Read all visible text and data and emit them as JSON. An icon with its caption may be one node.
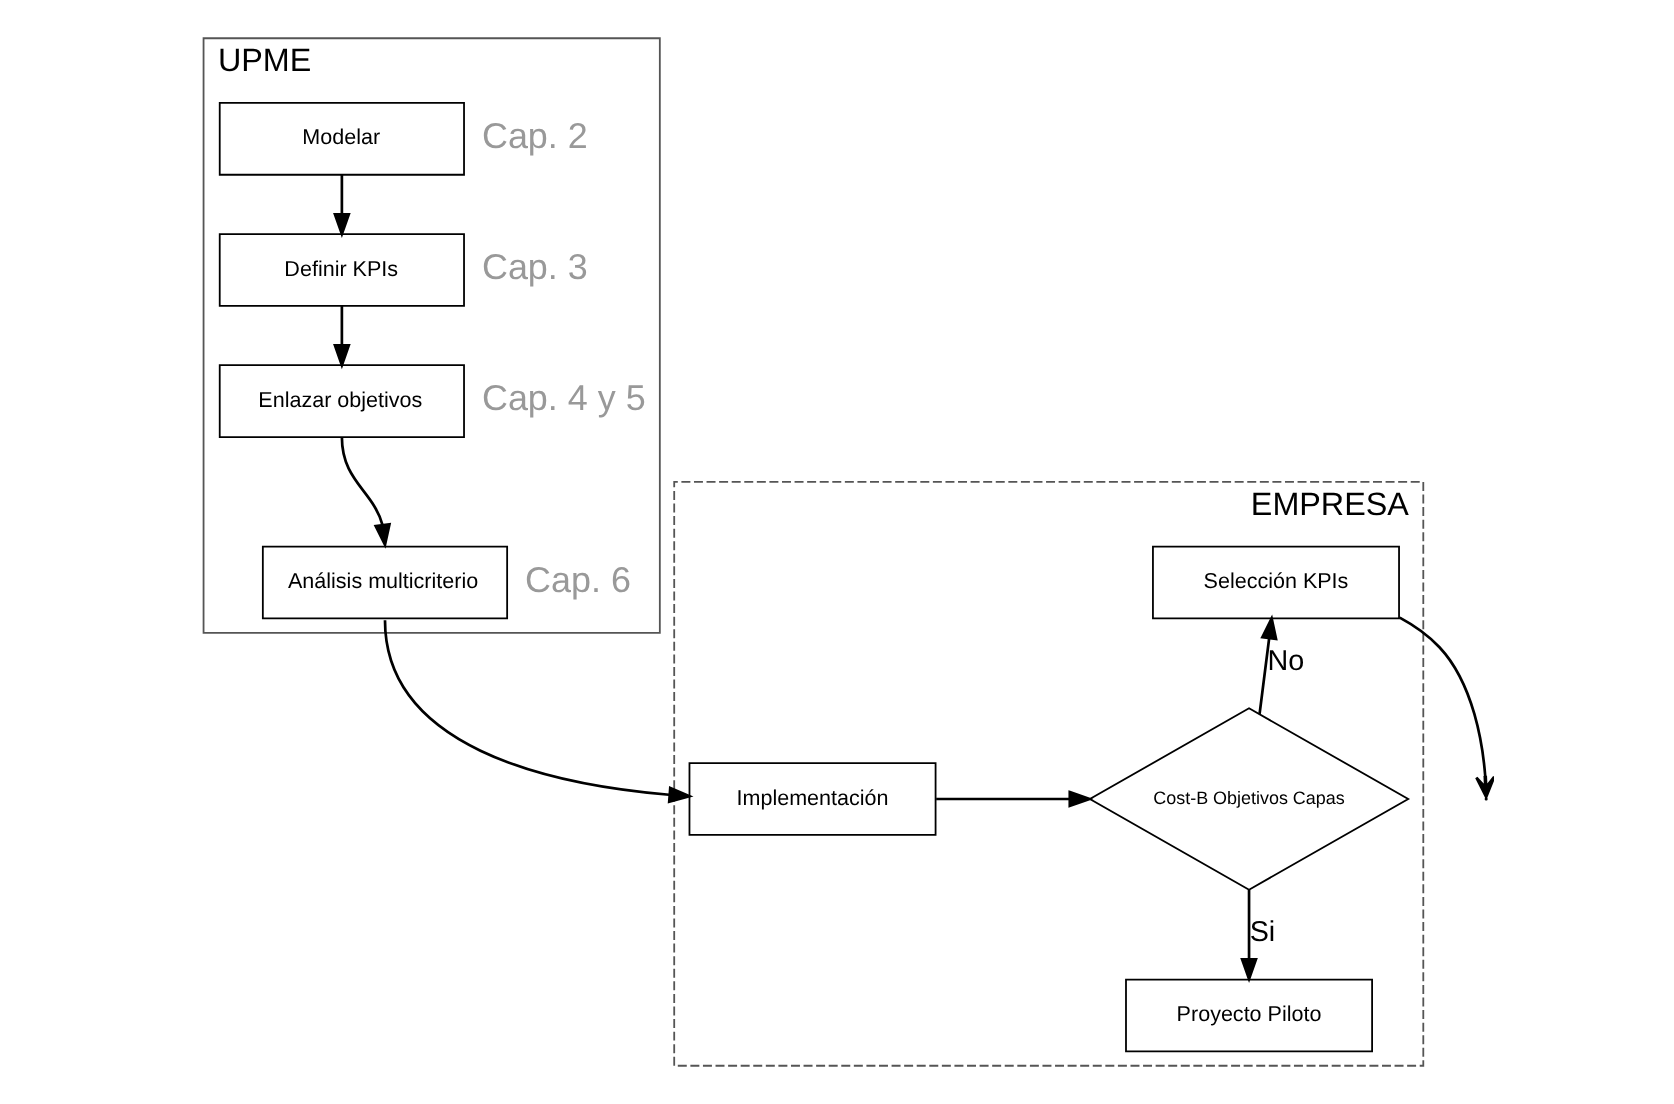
{
  "diagram": {
    "nodes": [
      {
        "text": [
          "UPME"
        ]
      },
      {
        "text": [
          "Modelar"
        ],
        "in": 0,
        "beside": [
          "Cap. 2"
        ]
      },
      {
        "text": [
          "Definir KPIs"
        ],
        "in": 0,
        "beside": [
          "Cap. 3"
        ]
      },
      {
        "text": [
          "Enlazar objetivos"
        ],
        "in": 0,
        "beside": [
          "Cap. 4 y 5"
        ]
      },
      {
        "text": [
          "Análisis multicriterio"
        ],
        "in": 0,
        "beside": [
          "Cap. 6"
        ]
      },
      {
        "text": [
          "EMPRESA"
        ]
      },
      {
        "text": [
          "Selección KPIs"
        ],
        "in": 5
      },
      {
        "text": [
          "Implementación"
        ],
        "in": 5
      },
      {
        "text": [
          "Cost-B Objetivos Capas"
        ],
        "in": 5
      },
      {
        "text": [
          "Proyecto Piloto"
        ],
        "in": 5
      }
    ],
    "edges": [
      {
        "from": 1,
        "to": 2,
        "arrow": "to"
      },
      {
        "from": 2,
        "to": 3,
        "arrow": "to"
      },
      {
        "from": 3,
        "to": 4,
        "arrow": "to"
      },
      {
        "from": 4,
        "to": 7,
        "arrow": "to"
      },
      {
        "from": 7,
        "to": 8,
        "arrow": "to"
      },
      {
        "from": 8,
        "to": 6,
        "arrow": "to",
        "label": "No"
      },
      {
        "from": 8,
        "to": 9,
        "arrow": "to",
        "label": "Si"
      },
      {
        "from": 6,
        "to": null,
        "arrow": "to"
      }
    ]
  }
}
